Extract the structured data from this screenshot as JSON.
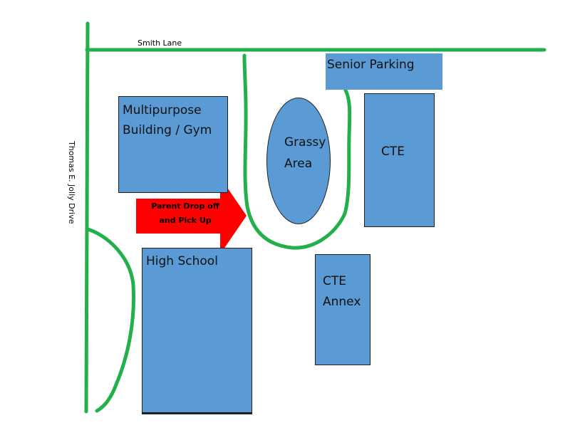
{
  "colors": {
    "road": "#22b04a",
    "building": "#5b9bd5",
    "building_border": "#1f1f1f",
    "arrow": "#ff0000"
  },
  "roads": {
    "smith_lane": "Smith Lane",
    "jolly_drive": "Thomas E. Jolly Drive"
  },
  "buildings": {
    "multipurpose": {
      "line1": "Multipurpose",
      "line2": "Building / Gym"
    },
    "senior_parking": "Senior Parking",
    "grassy": {
      "line1": "Grassy",
      "line2": "Area"
    },
    "cte": "CTE",
    "cte_annex": {
      "line1": "CTE",
      "line2": "Annex"
    },
    "high_school": "High School"
  },
  "drop_off": {
    "line1": "Parent Drop off",
    "line2": "and Pick Up"
  }
}
